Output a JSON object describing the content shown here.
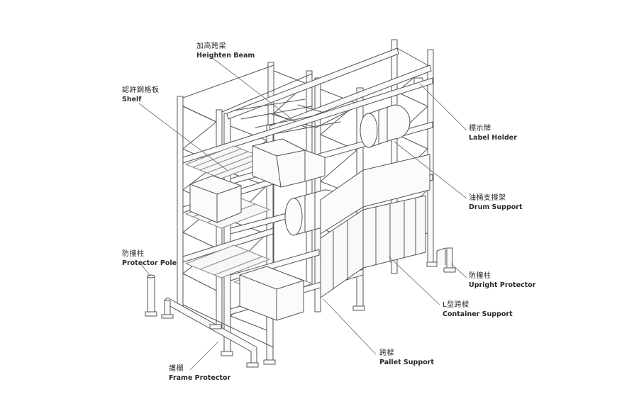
{
  "labels": {
    "heighten_beam": {
      "zh": "加高跨梁",
      "en": "Heighten Beam"
    },
    "shelf": {
      "zh": "認許鋼格板",
      "en": "Shelf"
    },
    "label_holder": {
      "zh": "標示牌",
      "en": "Label Holder"
    },
    "drum_support": {
      "zh": "油桶支撐架",
      "en": "Drum Support"
    },
    "protector_pole": {
      "zh": "防撞柱",
      "en": "Protector Pole"
    },
    "upright_protector": {
      "zh": "防撞柱",
      "en": "Upright Protector"
    },
    "container_support": {
      "zh": "L型跨樑",
      "en": "Container Support"
    },
    "pallet_support": {
      "zh": "跨樑",
      "en": "Pallet Support"
    },
    "frame_protector": {
      "zh": "護欄",
      "en": "Frame Protector"
    }
  },
  "colors": {
    "line": "#555555",
    "leader": "#6a6a6a",
    "fill": "#f4f4f4"
  }
}
